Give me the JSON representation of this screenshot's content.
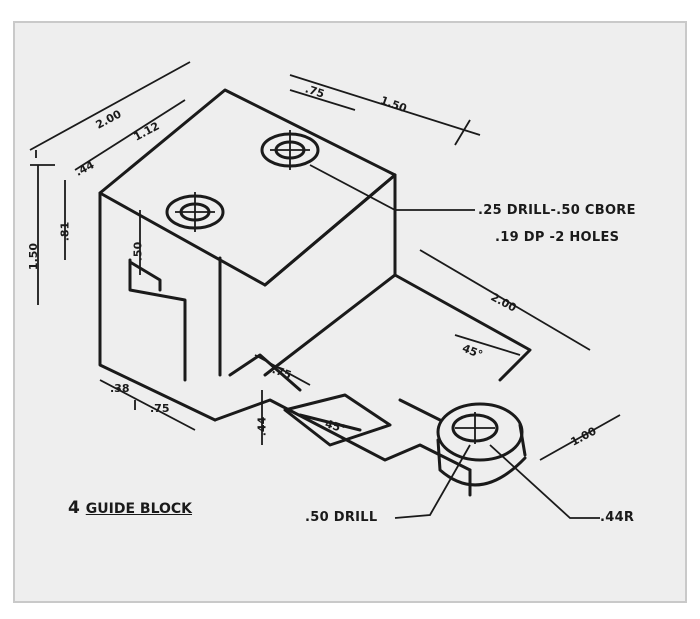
{
  "figure": {
    "number": "4",
    "title": "GUIDE BLOCK"
  },
  "dimensions": {
    "overall_width": "2.00",
    "offset_1_12": "1.12",
    "offset_44": ".44",
    "top_depth": "1.50",
    "hole_spacing": ".75",
    "height_150": "1.50",
    "upper_height": ".81",
    "slot_depth": ".50",
    "base_38": ".38",
    "base_75": ".75",
    "tab_75": ".75",
    "tab_44": ".44",
    "tab_angle": "45°",
    "lug_length": "2.00",
    "lug_angle": "45°",
    "lug_width": "1.00"
  },
  "notes": {
    "cbore_line1": ".25 DRILL-.50 CBORE",
    "cbore_line2": ".19 DP -2 HOLES",
    "drill": ".50 DRILL",
    "radius": ".44R"
  },
  "colors": {
    "paper": "#eeeeee",
    "ink": "#1a1a1a",
    "border": "#c9c9c9"
  }
}
